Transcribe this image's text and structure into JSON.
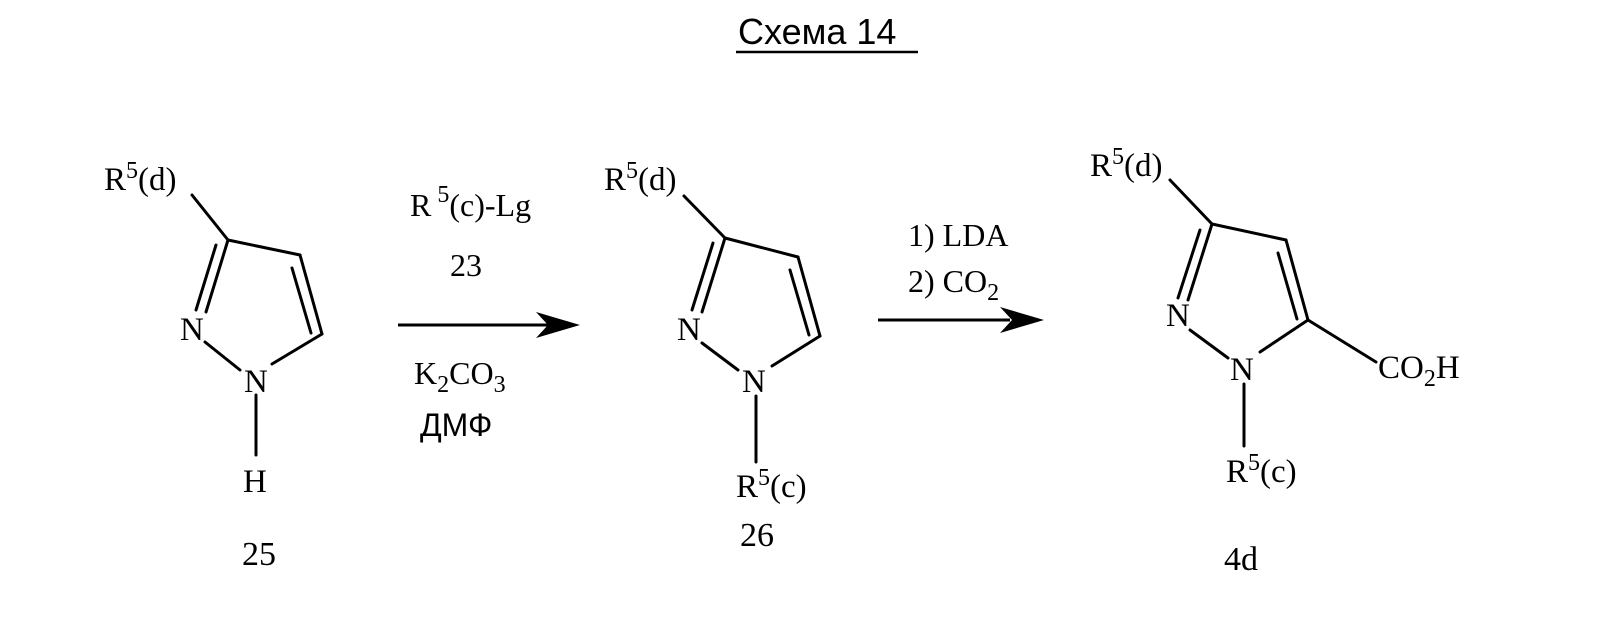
{
  "title": "Схема 14",
  "substituent_d": {
    "base": "R",
    "sup": "5",
    "tail": "(d)"
  },
  "substituent_c": {
    "base": "R",
    "sup": "5",
    "tail": "(c)"
  },
  "atoms": {
    "n": "N",
    "h": "H"
  },
  "carboxyl": {
    "pre": "CO",
    "sub": "2",
    "post": "H"
  },
  "compounds": {
    "c25": "25",
    "c26": "26",
    "c4d": "4d"
  },
  "step1": {
    "reagent": {
      "base": "R",
      "sup": "5",
      "tail": "(c)-Lg"
    },
    "reagent_number": "23",
    "base": {
      "pre": "K",
      "sub1": "2",
      "mid": "CO",
      "sub2": "3"
    },
    "solvent": "ДМФ"
  },
  "step2": {
    "line1": "1) LDA",
    "line2": {
      "pre": "2) CO",
      "sub": "2"
    }
  }
}
